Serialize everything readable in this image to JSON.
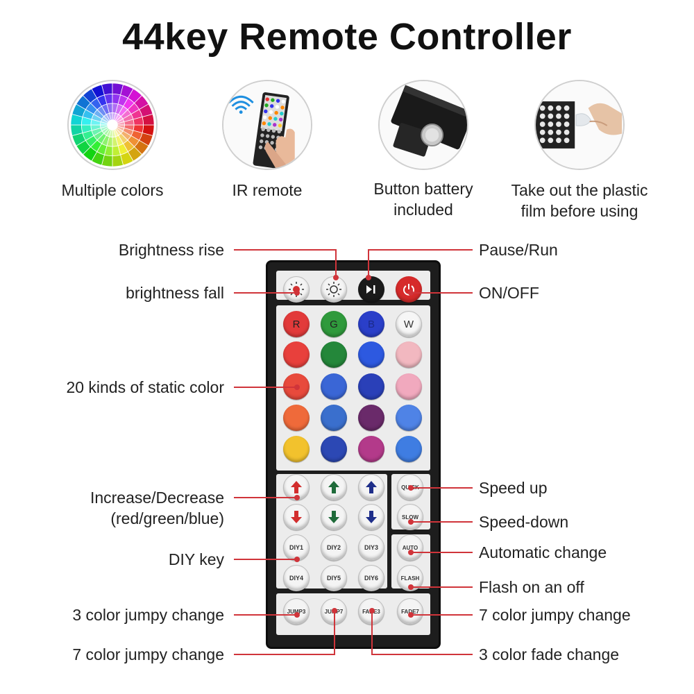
{
  "title": "44key Remote Controller",
  "features": [
    {
      "label": "Multiple colors",
      "icon": "color-wheel-icon"
    },
    {
      "label": "IR remote",
      "icon": "ir-remote-hand-icon"
    },
    {
      "label": "Button battery\nincluded",
      "icon": "button-battery-icon"
    },
    {
      "label": "Take out the plastic\nfilm before using",
      "icon": "plastic-film-icon"
    }
  ],
  "callouts": {
    "brightness_rise": "Brightness rise",
    "brightness_fall": "brightness fall",
    "pause_run": "Pause/Run",
    "on_off": "ON/OFF",
    "static_color": "20 kinds of static color",
    "increase_decrease_1": "Increase/Decrease",
    "increase_decrease_2": "(red/green/blue)",
    "diy_key": "DIY key",
    "jump3_left": "3 color jumpy change",
    "jump7_left": "7 color jumpy change",
    "speed_up": "Speed up",
    "speed_down": "Speed-down",
    "auto_change": "Automatic change",
    "flash": "Flash on an off",
    "fade7_right": "7 color jumpy change",
    "fade3_right": "3 color fade change"
  },
  "remote": {
    "letters": [
      "R",
      "G",
      "B",
      "W"
    ],
    "diy": [
      "DIY1",
      "DIY2",
      "DIY3",
      "DIY4",
      "DIY5",
      "DIY6"
    ],
    "speed": [
      "QUICK",
      "SLOW"
    ],
    "modes": [
      "AUTO",
      "FLASH"
    ],
    "bottom": [
      "JUMP3",
      "JUMP7",
      "FADE3",
      "FADE7"
    ]
  },
  "colors": {
    "accent_line": "#d0343a",
    "grid": [
      [
        "#e23a3a",
        "#2f9a3c",
        "#2a3fc9",
        "#f6f6f6"
      ],
      [
        "#e8403c",
        "#24873a",
        "#2d59e0",
        "#f2b8c0"
      ],
      [
        "#e84a3c",
        "#3a66d6",
        "#2a40b8",
        "#f1a9be"
      ],
      [
        "#ef6a3a",
        "#3a6fcd",
        "#6a2a6a",
        "#4f83e6"
      ],
      [
        "#f2c22d",
        "#2c48b4",
        "#b33a8a",
        "#3f7de2"
      ]
    ]
  }
}
